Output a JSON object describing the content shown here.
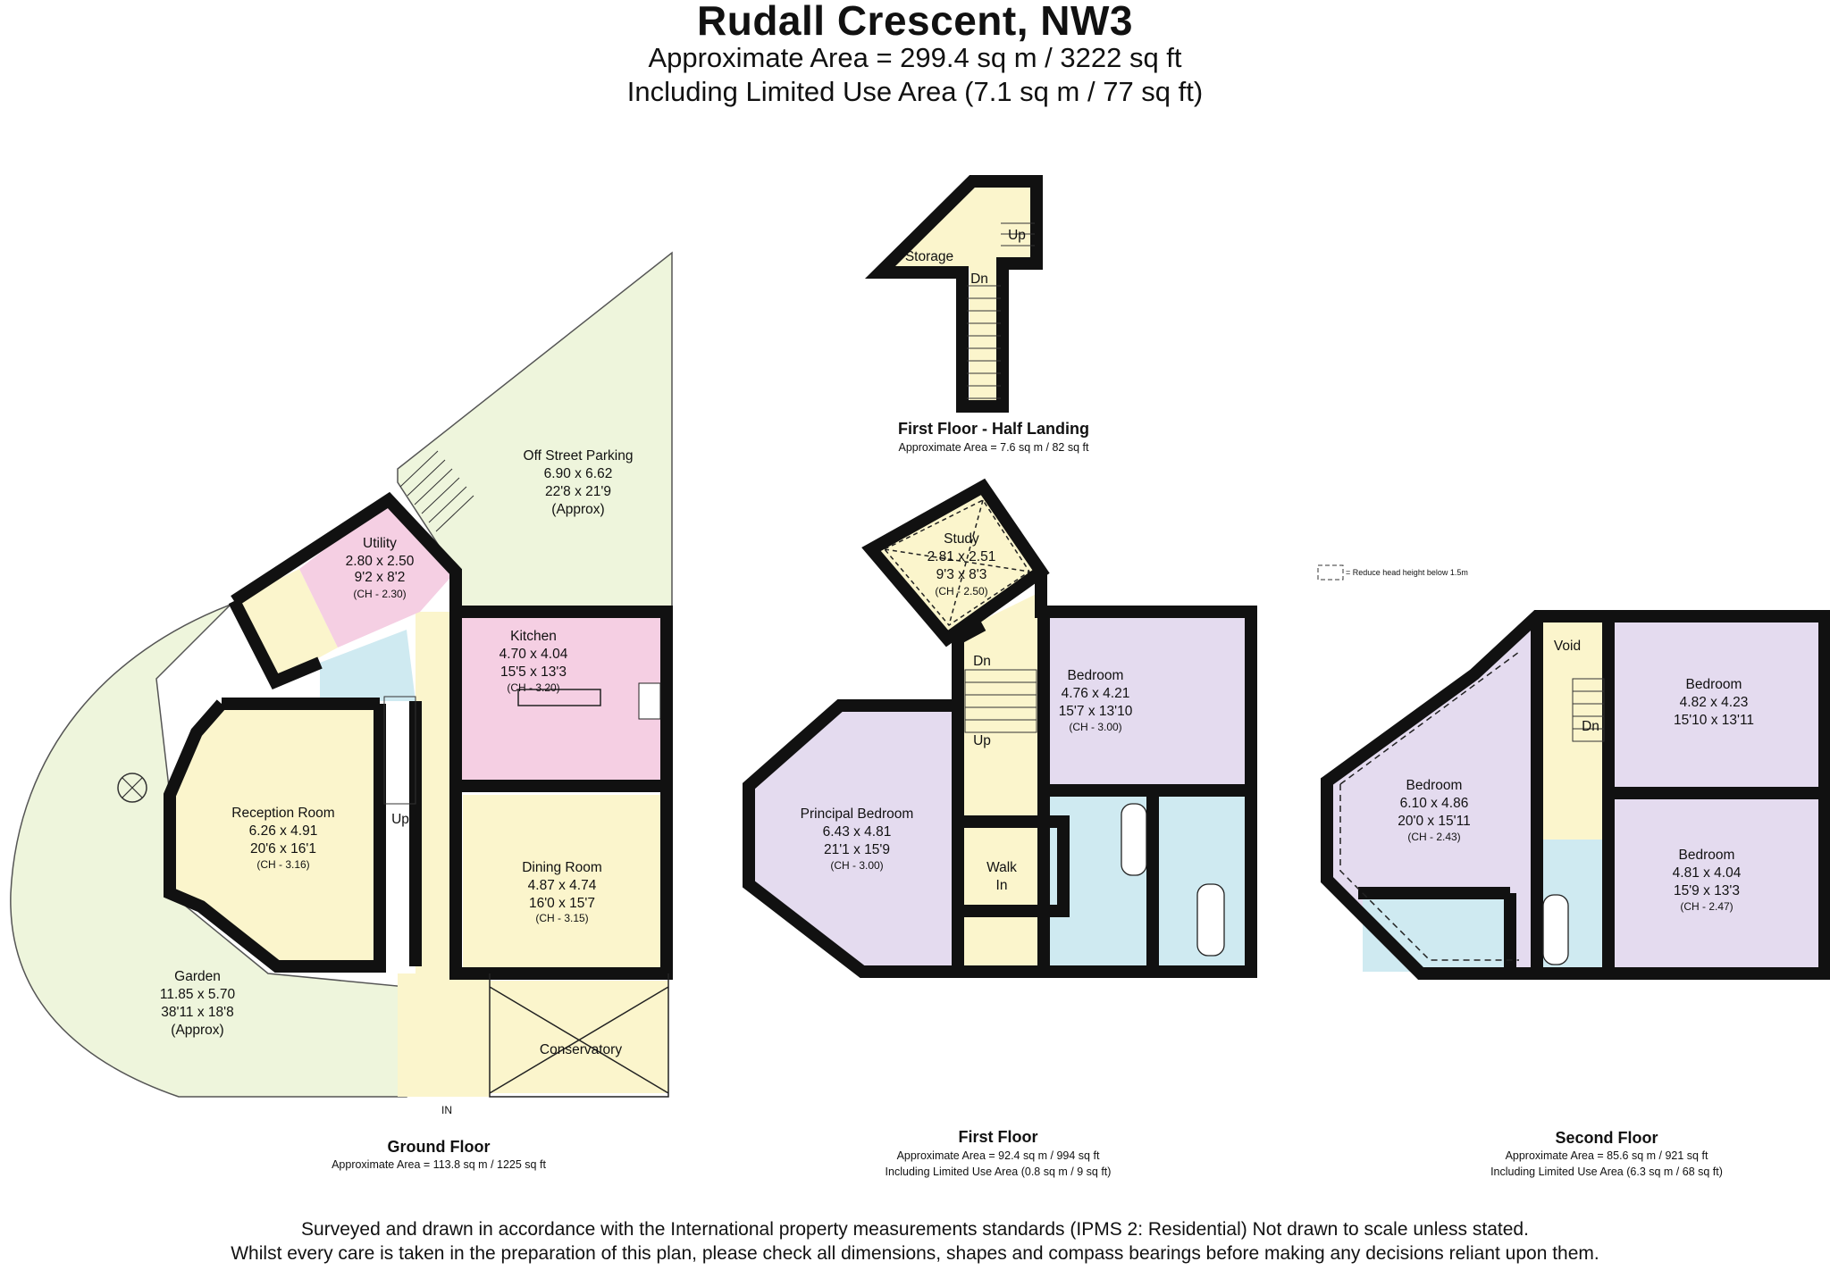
{
  "header": {
    "title": "Rudall Crescent, NW3",
    "area_line": "Approximate Area = 299.4 sq m / 3222 sq ft",
    "limited_line": "Including Limited Use Area (7.1 sq m / 77 sq ft)"
  },
  "colors": {
    "garden": "#eef5dc",
    "hall": "#fbf5cc",
    "kitchen": "#f5cfe3",
    "bedroom": "#e4dbef",
    "bathroom": "#cfeaf1",
    "wall": "#111111"
  },
  "ground_floor": {
    "name": "Ground Floor",
    "area": "Approximate Area = 113.8 sq m / 1225 sq ft",
    "rooms": {
      "parking": {
        "name": "Off Street Parking",
        "dim1": "6.90 x 6.62",
        "dim2": "22'8 x 21'9",
        "note": "(Approx)"
      },
      "utility": {
        "name": "Utility",
        "dim1": "2.80 x 2.50",
        "dim2": "9'2 x 8'2",
        "ch": "(CH - 2.30)"
      },
      "kitchen": {
        "name": "Kitchen",
        "dim1": "4.70 x 4.04",
        "dim2": "15'5 x 13'3",
        "ch": "(CH - 3.20)"
      },
      "reception": {
        "name": "Reception Room",
        "dim1": "6.26 x 4.91",
        "dim2": "20'6 x 16'1",
        "ch": "(CH - 3.16)"
      },
      "dining": {
        "name": "Dining Room",
        "dim1": "4.87 x 4.74",
        "dim2": "16'0 x 15'7",
        "ch": "(CH - 3.15)"
      },
      "garden": {
        "name": "Garden",
        "dim1": "11.85 x 5.70",
        "dim2": "38'11 x 18'8",
        "note": "(Approx)"
      },
      "conservatory": {
        "name": "Conservatory"
      }
    },
    "labels": {
      "up": "Up",
      "in": "IN"
    }
  },
  "half_landing": {
    "name": "First Floor - Half Landing",
    "area": "Approximate Area = 7.6 sq m / 82 sq ft",
    "labels": {
      "storage": "Storage",
      "up": "Up",
      "dn": "Dn"
    }
  },
  "first_floor": {
    "name": "First Floor",
    "area": "Approximate Area = 92.4 sq m / 994 sq ft",
    "limited": "Including Limited Use Area (0.8 sq m / 9 sq ft)",
    "rooms": {
      "study": {
        "name": "Study",
        "dim1": "2.81 x 2.51",
        "dim2": "9'3 x 8'3",
        "ch": "(CH - 2.50)"
      },
      "bedroom": {
        "name": "Bedroom",
        "dim1": "4.76 x 4.21",
        "dim2": "15'7 x 13'10",
        "ch": "(CH - 3.00)"
      },
      "principal": {
        "name": "Principal Bedroom",
        "dim1": "6.43 x 4.81",
        "dim2": "21'1 x 15'9",
        "ch": "(CH - 3.00)"
      },
      "walkin": {
        "name1": "Walk",
        "name2": "In"
      }
    },
    "labels": {
      "dn": "Dn",
      "up": "Up"
    }
  },
  "second_floor": {
    "name": "Second Floor",
    "area": "Approximate Area = 85.6 sq m / 921 sq ft",
    "limited": "Including Limited Use Area (6.3 sq m / 68 sq ft)",
    "legend": "= Reduce head height below 1.5m",
    "rooms": {
      "void": {
        "name": "Void"
      },
      "bedroom_a": {
        "name": "Bedroom",
        "dim1": "4.82 x 4.23",
        "dim2": "15'10 x 13'11"
      },
      "bedroom_b": {
        "name": "Bedroom",
        "dim1": "6.10 x 4.86",
        "dim2": "20'0 x 15'11",
        "ch": "(CH - 2.43)"
      },
      "bedroom_c": {
        "name": "Bedroom",
        "dim1": "4.81 x 4.04",
        "dim2": "15'9 x 13'3",
        "ch": "(CH - 2.47)"
      }
    },
    "labels": {
      "dn": "Dn"
    }
  },
  "footer": {
    "line1": "Surveyed and drawn in accordance with the International property measurements standards (IPMS 2: Residential) Not drawn to scale unless stated.",
    "line2": "Whilst every care is taken in the preparation of this plan, please check all dimensions, shapes and compass bearings before making any decisions reliant upon them."
  }
}
